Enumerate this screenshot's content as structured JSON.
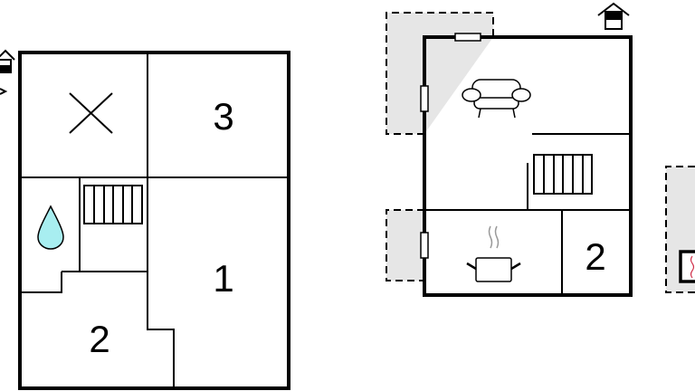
{
  "floor_left": {
    "room_labels": {
      "top_right": "3",
      "right": "1",
      "bottom_left": "2"
    },
    "icons": [
      "entrance-house-icon",
      "cross-icon",
      "water-drop-icon",
      "stairs-icon"
    ]
  },
  "floor_right": {
    "room_labels": {
      "bottom_right": "2"
    },
    "icons": [
      "entrance-house-icon",
      "sofa-icon",
      "stairs-icon",
      "cooking-pot-icon",
      "fireplace-icon"
    ]
  },
  "colors": {
    "wall": "#000000",
    "terrace": "#e6e6e6",
    "water": "#a8eef0",
    "steam": "#999999",
    "fire": "#d0304a"
  }
}
